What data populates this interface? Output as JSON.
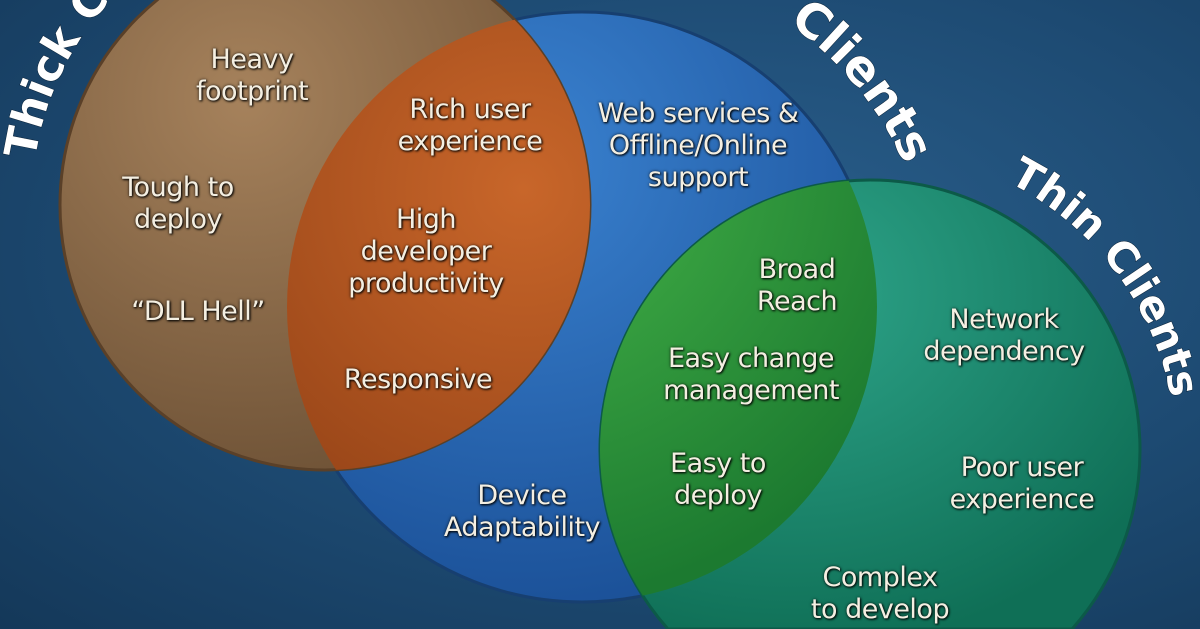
{
  "colors": {
    "background": "#1d4a72",
    "thick": "#8a6846",
    "smart": "#1f5ea8",
    "thin": "#15876a",
    "thick_smart": "#b2531d",
    "smart_thin": "#2a9a3c"
  },
  "sets": {
    "thick": {
      "title": "Thick C"
    },
    "smart": {
      "title": "Clients"
    },
    "thin": {
      "title": "Thin Clients"
    }
  },
  "labels": {
    "heavy_footprint": "Heavy\nfootprint",
    "tough_to_deploy": "Tough to\ndeploy",
    "dll_hell": "“DLL Hell”",
    "rich_ux": "Rich user\nexperience",
    "high_productivity": "High\ndeveloper\nproductivity",
    "responsive": "Responsive",
    "web_services": "Web services &\nOffline/Online\nsupport",
    "device_adaptability": "Device\nAdaptability",
    "broad_reach": "Broad\nReach",
    "easy_change": "Easy change\nmanagement",
    "easy_deploy": "Easy to\ndeploy",
    "network_dependency": "Network\ndependency",
    "poor_ux": "Poor user\nexperience",
    "complex_develop": "Complex\nto develop"
  }
}
